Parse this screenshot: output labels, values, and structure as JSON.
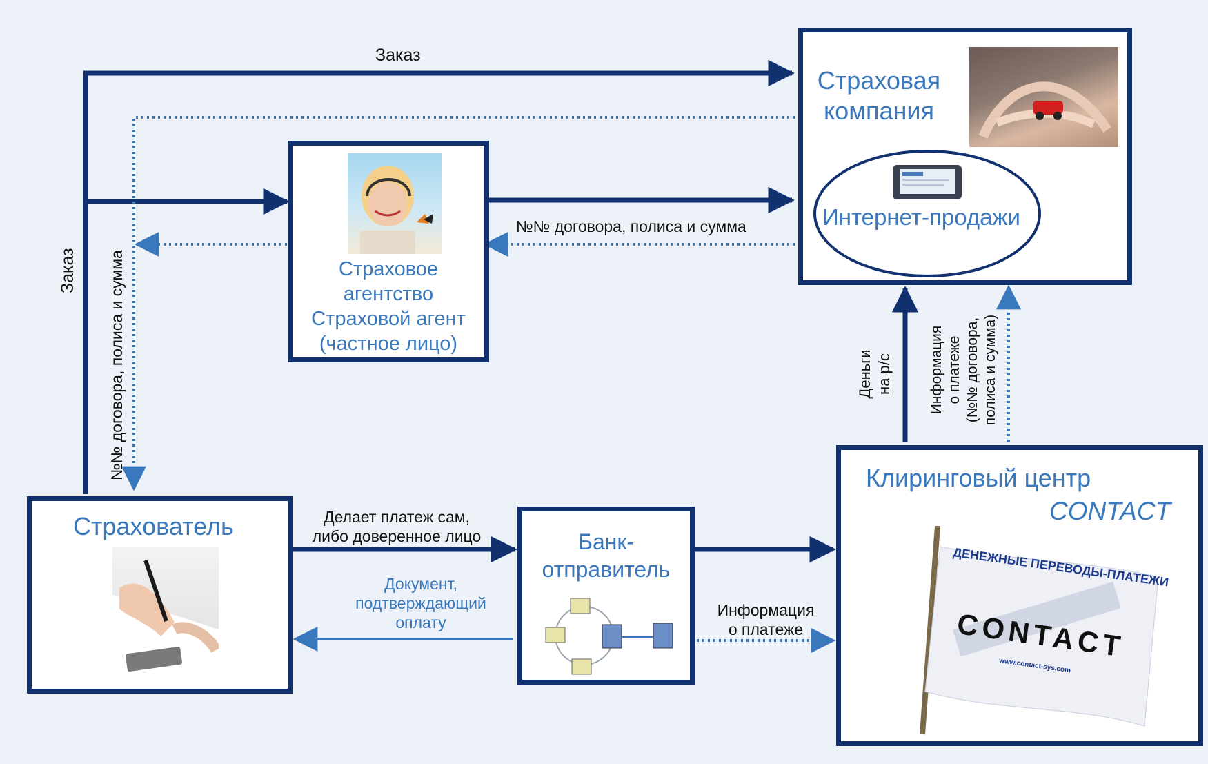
{
  "nodes": {
    "insurance_company": {
      "title_line1": "Страховая",
      "title_line2": "компания",
      "internet_sales": "Интернет-продажи"
    },
    "agency": {
      "line1": "Страховое",
      "line2": "агентство",
      "line3": "Страховой агент",
      "line4": "(частное лицо)"
    },
    "insured": {
      "title": "Страхователь"
    },
    "bank": {
      "title_line1": "Банк-",
      "title_line2": "отправитель"
    },
    "clearing": {
      "title": "Клиринговый центр",
      "brand": "CONTACT",
      "flag_line1": "ДЕНЕЖНЫЕ ПЕРЕВОДЫ-ПЛАТЕЖИ",
      "flag_logo": "CONTACT",
      "flag_url": "www.contact-sys.com"
    }
  },
  "edges": {
    "order_top": "Заказ",
    "order_left": "Заказ",
    "contract_info_mid": "№№ договора, полиса и  сумма",
    "contract_info_left": "№№ договора, полиса и сумма",
    "payment_line1": "Делает платеж сам,",
    "payment_line2": "либо доверенное лицо",
    "document_line1": "Документ,",
    "document_line2": "подтверждающий",
    "document_line3": "оплату",
    "payment_info_line1": "Информация",
    "payment_info_line2": "о платеже",
    "money_line1": "Деньги",
    "money_line2": "на р/с",
    "clearing_info_line1": "Информация",
    "clearing_info_line2": "о платеже",
    "clearing_info_line3": "(№№ договора,",
    "clearing_info_line4": "полиса и сумма)"
  },
  "colors": {
    "solid_arrow": "#10306e",
    "dotted_arrow": "#3a78bd",
    "box_border": "#10306e",
    "label_blue": "#3a78bd",
    "background": "#edf2f8"
  }
}
